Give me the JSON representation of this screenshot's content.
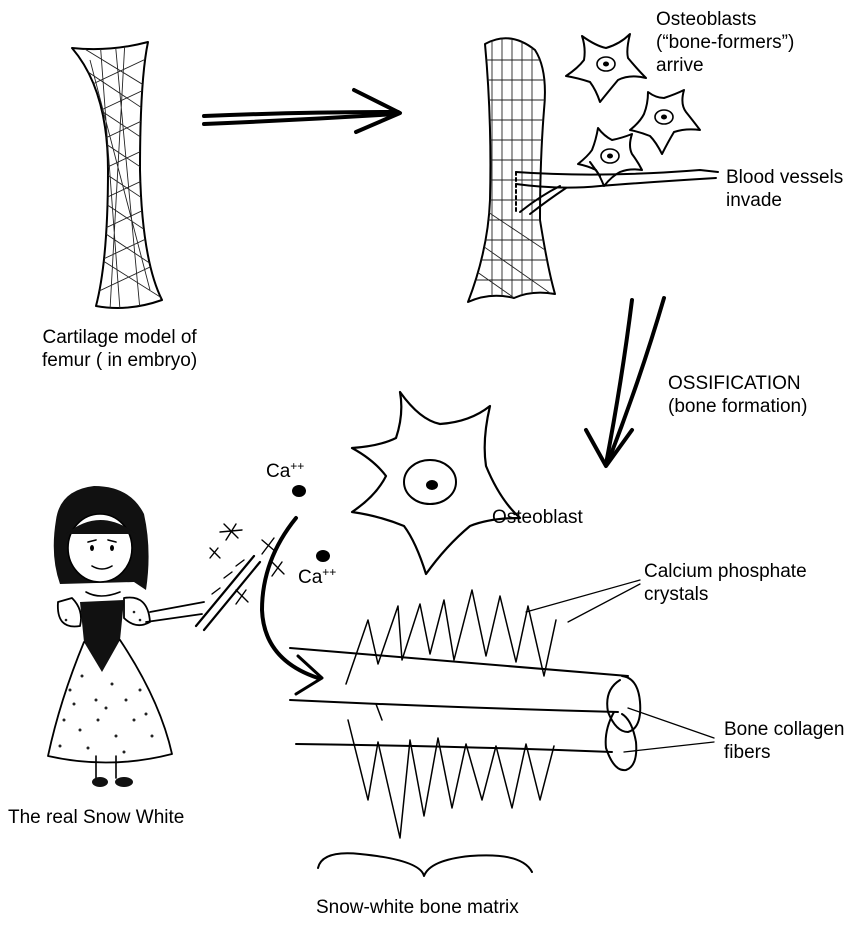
{
  "labels": {
    "cartilage": [
      "Cartilage model of",
      "femur ( in embryo)"
    ],
    "osteoblasts_arrive": [
      "Osteoblasts",
      "(“bone-formers”)",
      "arrive"
    ],
    "blood_vessels": [
      "Blood vessels",
      "invade"
    ],
    "ossification": [
      "OSSIFICATION",
      "(bone formation)"
    ],
    "osteoblast": "Osteoblast",
    "calcium_ion": "Ca",
    "calcium_charge": "++",
    "calcium_phosphate": [
      "Calcium phosphate",
      "crystals"
    ],
    "collagen": [
      "Bone collagen",
      "fibers"
    ],
    "snow_white": "The real Snow White",
    "matrix": "Snow-white bone matrix"
  }
}
